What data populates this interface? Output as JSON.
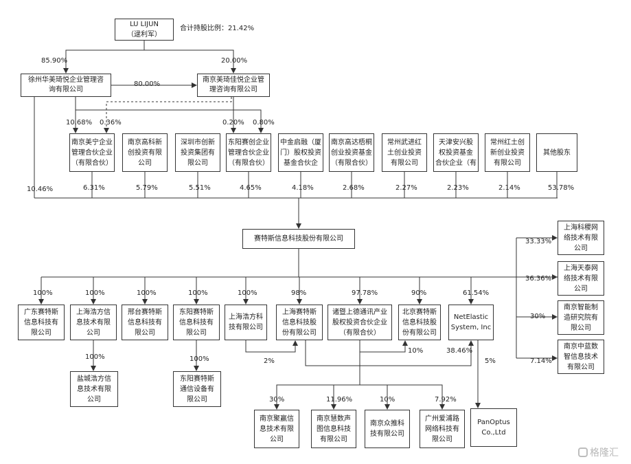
{
  "controller": {
    "name": "LU LIJUN\n（逯利军）",
    "total_holding": "合计持股比例：21.42%"
  },
  "platforms": {
    "xuzhou": "徐州华美琦悦企业管理咨询有限公司",
    "nanjing_meiqi": "南京美琦佳悦企业管理咨询有限公司"
  },
  "controller_links": {
    "to_xuzhou": "85.90%",
    "to_meiqi": "20.00%",
    "xuzhou_to_meiqi": "80.00%"
  },
  "platform_links": {
    "xuzhou_to_meining": "10.68%",
    "meiqi_to_meining": "0.36%",
    "to_dongyang": "0.20%",
    "meiqi_to_dongyang": "0.80%",
    "xuzhou_direct": "10.46%"
  },
  "shareholders": [
    {
      "name": "南京美宁企业\n管理合伙企业\n（有限合伙）",
      "pct": "6.31%"
    },
    {
      "name": "南京高科新\n创投资有限\n公司",
      "pct": "5.79%"
    },
    {
      "name": "深圳市创新\n投资集团有\n限公司",
      "pct": "5.51%"
    },
    {
      "name": "东阳赛创企业\n管理合伙企业\n（有限合伙）",
      "pct": "4.65%"
    },
    {
      "name": "中金启融（厦\n门）股权投资\n基金合伙企",
      "pct": "4.18%"
    },
    {
      "name": "南京高达梧桐\n创业投资基金\n（有限合伙）",
      "pct": "2.68%"
    },
    {
      "name": "常州武进红\n土创业投资\n有限公司",
      "pct": "2.27%"
    },
    {
      "name": "天津安兴股\n权投资基金\n合伙企业（有",
      "pct": "2.23%"
    },
    {
      "name": "常州红土创\n新创业投资\n有限公司",
      "pct": "2.14%"
    },
    {
      "name": "其他股东",
      "pct": "53.78%"
    }
  ],
  "company": {
    "name": "赛特斯信息科技股份有限公司"
  },
  "right_affiliates": [
    {
      "name": "上海科稷网\n络技术有限\n公司",
      "pct": "33.33%"
    },
    {
      "name": "上海天泰网\n络技术有限\n公司",
      "pct": "36.36%"
    },
    {
      "name": "南京智能制\n造研究院有\n限公司",
      "pct": "30%"
    },
    {
      "name": "南京中蓝数\n智信息技术\n有限公司",
      "pct": "7.14%"
    }
  ],
  "subsidiaries": [
    {
      "name": "广东赛特斯\n信息科技有\n限公司",
      "pct": "100%"
    },
    {
      "name": "上海浩方信\n息技术有限\n公司",
      "pct": "100%"
    },
    {
      "name": "邢台赛特斯\n信息科技有\n限公司",
      "pct": "100%"
    },
    {
      "name": "东阳赛特斯\n信息科技有\n限公司",
      "pct": "100%"
    },
    {
      "name": "上海浩方科\n技有限公司",
      "pct": "100%"
    },
    {
      "name": "上海赛特斯\n信息科技股\n份有限公司",
      "pct": "98%"
    },
    {
      "name": "诸暨上德通讯产业\n股权投资合伙企业\n（有限合伙）",
      "pct": "97.78%"
    },
    {
      "name": "北京赛特斯\n信息科技股\n份有限公司",
      "pct": "90%"
    },
    {
      "name": "NetElastic\nSystem, Inc",
      "pct": "61.54%"
    }
  ],
  "second_tier": {
    "yancheng": {
      "name": "盐城浩方信\n息技术有限\n公司",
      "pct": "100%"
    },
    "dongyang_comm": {
      "name": "东阳赛特斯\n通信设备有\n限公司",
      "pct": "100%"
    }
  },
  "cross_links": {
    "haofang_to_shanghai": "2%",
    "zhuji_to_beijing": "10%",
    "sh_to_netelastic": "38.46%",
    "netelastic_to_panoptus": "5%"
  },
  "investees": [
    {
      "name": "南京聚赢信\n息技术有限\n公司",
      "pct": "30%"
    },
    {
      "name": "南京慧数声\n图信息科技\n有限公司",
      "pct": "11.96%"
    },
    {
      "name": "南京众推科\n技有限公司",
      "pct": "10%"
    },
    {
      "name": "广州爱浦路\n网络科技有\n限公司",
      "pct": "7.92%"
    }
  ],
  "panoptus": {
    "name": "PanOptus\nCo.,Ltd"
  },
  "watermark": "格隆汇",
  "colors": {
    "line": "#333333",
    "box_border": "#333333",
    "text": "#222222",
    "watermark": "#b8b8b8"
  }
}
